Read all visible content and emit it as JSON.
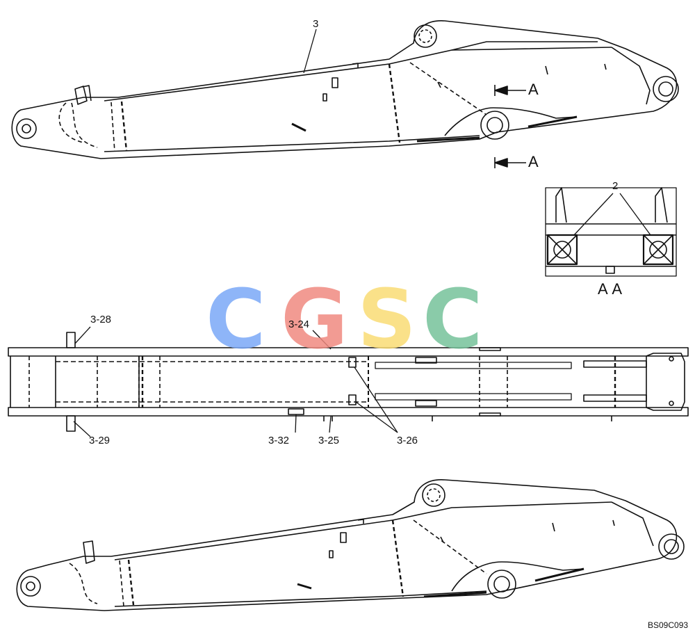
{
  "diagram": {
    "labels": {
      "part_3": "3",
      "part_2": "2",
      "section_arrow_upper": "A",
      "section_arrow_lower": "A",
      "section_view_caption": "A A",
      "part_3_24": "3-24",
      "part_3_25": "3-25",
      "part_3_26": "3-26",
      "part_3_28": "3-28",
      "part_3_29": "3-29",
      "part_3_32": "3-32"
    },
    "drawing_code": "BS09C093"
  },
  "watermark": {
    "letters": [
      "C",
      "G",
      "S",
      "C"
    ],
    "colors": [
      "#7aa8f7",
      "#f08a80",
      "#f9dc74",
      "#76c29a"
    ]
  }
}
